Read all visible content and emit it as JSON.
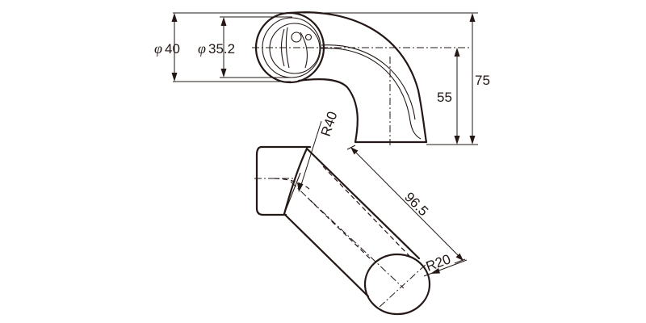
{
  "dimensions": {
    "outer_diameter": {
      "symbol": "φ",
      "value": "40"
    },
    "inner_diameter": {
      "symbol": "φ",
      "value": "35.2"
    },
    "height_total": "75",
    "height_center": "55",
    "bend_radius": "R40",
    "length": "96.5",
    "end_radius": "R20"
  },
  "colors": {
    "line": "#231815",
    "background": "#ffffff"
  }
}
